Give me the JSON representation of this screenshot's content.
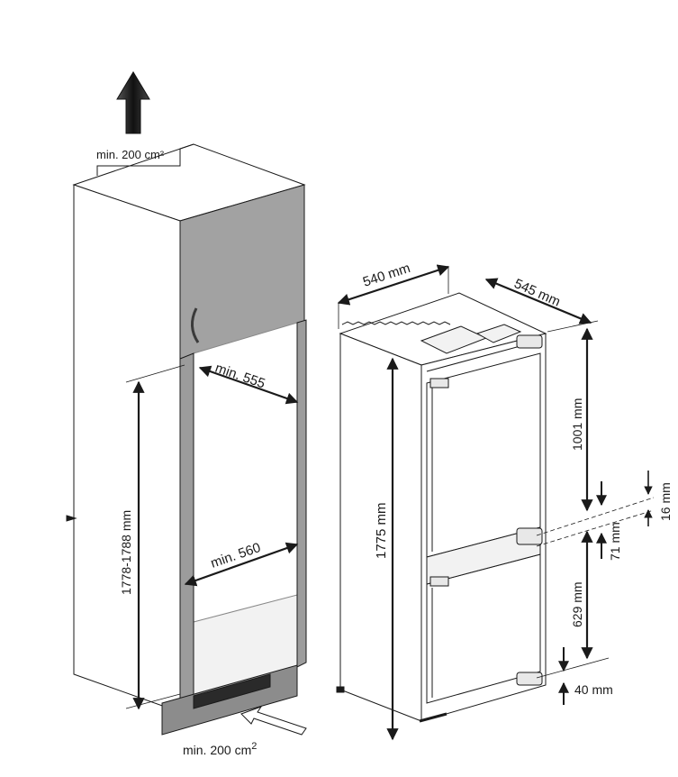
{
  "cabinet": {
    "vent_top": "min. 200 cm²",
    "niche_depth": "min. 555",
    "niche_width": "min. 560",
    "niche_height": "1778-1788 mm",
    "vent_bottom_prefix": "min. 200 cm",
    "vent_bottom_sup": "2"
  },
  "appliance": {
    "width": "540 mm",
    "depth": "545 mm",
    "height": "1775 mm",
    "upper_door": "1001 mm",
    "lower_door": "629 mm",
    "door_gap": "16 mm",
    "gap_71": "71 mm",
    "bottom_40": "40 mm"
  },
  "colors": {
    "line": "#1a1a1a",
    "door_grey": "#a2a2a2",
    "frame_grey": "#9c9c9c",
    "plinth_grey": "#8c8c8c"
  }
}
